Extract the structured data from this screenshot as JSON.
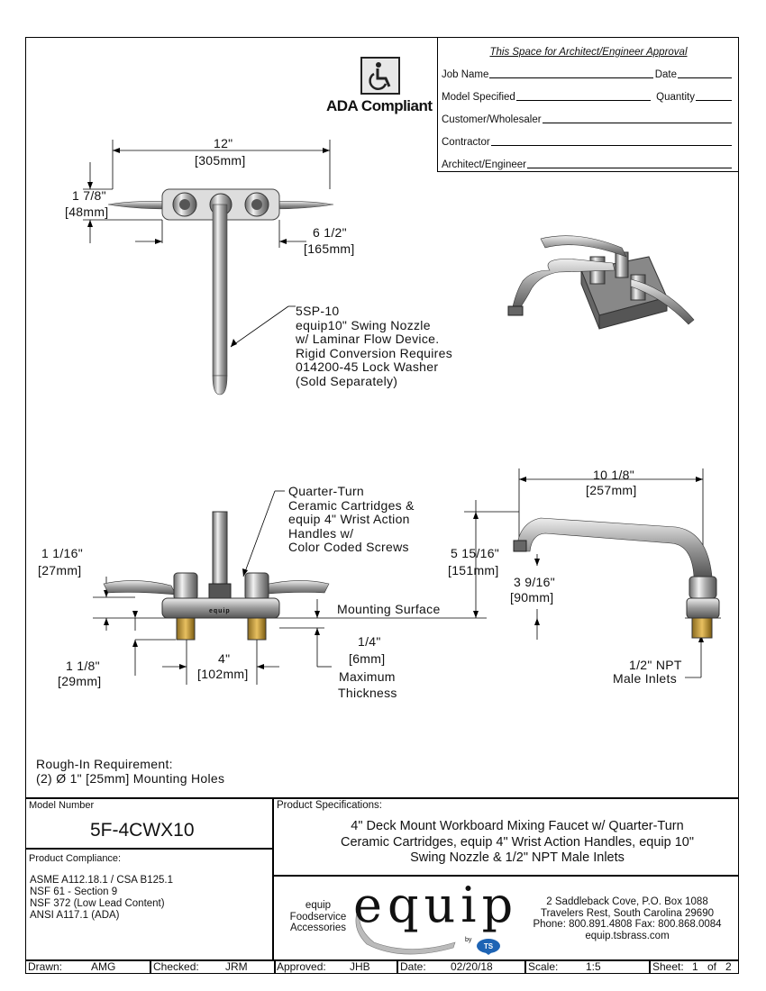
{
  "approval": {
    "header": "This Space for Architect/Engineer Approval",
    "job_name": "Job Name",
    "date": "Date",
    "model_specified": "Model Specified",
    "quantity": "Quantity",
    "customer": "Customer/Wholesaler",
    "contractor": "Contractor",
    "architect": "Architect/Engineer"
  },
  "ada": {
    "label": "ADA Compliant",
    "icon": "wheelchair-icon"
  },
  "top_view": {
    "width_in": "12\"",
    "width_mm": "[305mm]",
    "depth_in": "1 7/8\"",
    "depth_mm": "[48mm]",
    "handle_in": "6 1/2\"",
    "handle_mm": "[165mm]"
  },
  "nozzle_note": [
    "5SP-10",
    "equip10\" Swing Nozzle",
    "w/ Laminar Flow Device.",
    "Rigid Conversion Requires",
    "014200-45 Lock Washer",
    "(Sold Separately)"
  ],
  "cartridge_note": [
    "Quarter-Turn",
    "Ceramic Cartridges &",
    "equip 4\" Wrist Action",
    "Handles w/",
    "Color Coded Screws"
  ],
  "front_view": {
    "handle_h_in": "1 1/16\"",
    "handle_h_mm": "[27mm]",
    "shank_in": "1 1/8\"",
    "shank_mm": "[29mm]",
    "center_in": "4\"",
    "center_mm": "[102mm]",
    "thick_in": "1/4\"",
    "thick_mm": "[6mm]",
    "thick_l1": "Maximum",
    "thick_l2": "Thickness",
    "mounting": "Mounting Surface",
    "base_label": "equip"
  },
  "side_view": {
    "reach_in": "10 1/8\"",
    "reach_mm": "[257mm]",
    "height_in": "5 15/16\"",
    "height_mm": "[151mm]",
    "outlet_in": "3 9/16\"",
    "outlet_mm": "[90mm]",
    "inlet_l1": "1/2\" NPT",
    "inlet_l2": "Male Inlets"
  },
  "rough_in": {
    "l1": "Rough-In Requirement:",
    "l2": "(2) Ø 1\" [25mm] Mounting Holes"
  },
  "title_block": {
    "model_label": "Model Number",
    "model": "5F-4CWX10",
    "compliance_label": "Product Compliance:",
    "compliance": [
      "ASME A112.18.1 / CSA B125.1",
      "NSF 61 - Section 9",
      "NSF 372 (Low Lead Content)",
      "ANSI A117.1 (ADA)"
    ],
    "spec_label": "Product Specifications:",
    "spec": [
      "4\" Deck Mount Workboard Mixing Faucet w/ Quarter-Turn",
      "Ceramic Cartridges, equip 4\" Wrist Action Handles, equip 10\"",
      "Swing Nozzle & 1/2\" NPT Male Inlets"
    ],
    "brand_small": [
      "equip",
      "Foodservice",
      "Accessories"
    ],
    "brand_logo": "equip",
    "brand_by": "by",
    "address": [
      "2 Saddleback Cove, P.O. Box 1088",
      "Travelers Rest, South Carolina 29690",
      "Phone: 800.891.4808  Fax: 800.868.0084",
      "equip.tsbrass.com"
    ],
    "drawn_label": "Drawn:",
    "drawn": "AMG",
    "checked_label": "Checked:",
    "checked": "JRM",
    "approved_label": "Approved:",
    "approved": "JHB",
    "date_label": "Date:",
    "date": "02/20/18",
    "scale_label": "Scale:",
    "scale": "1:5",
    "sheet_label": "Sheet:",
    "sheet": "1",
    "of_label": "of",
    "sheet_total": "2"
  }
}
